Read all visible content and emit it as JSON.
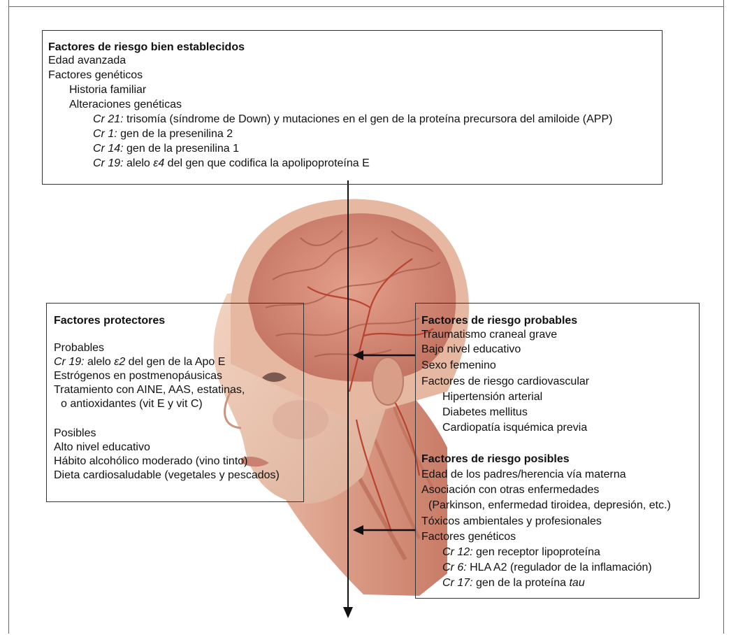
{
  "top_box": {
    "title": "Factores de riesgo bien establecidos",
    "l1": "Edad avanzada",
    "l2": "Factores genéticos",
    "l3": "Historia familiar",
    "l4": "Alteraciones genéticas",
    "l5_a": "Cr 21:",
    "l5_b": " trisomía (síndrome de Down) y mutaciones en el gen de la proteína precursora del amiloide (APP)",
    "l6_a": "Cr 1:",
    "l6_b": "  gen de la presenilina 2",
    "l7_a": "Cr 14:",
    "l7_b": " gen de la presenilina 1",
    "l8_a": "Cr 19:",
    "l8_b": " alelo ",
    "l8_c": "ε4",
    "l8_d": " del gen que codifica la apolipoproteína E"
  },
  "left_box": {
    "title": "Factores protectores",
    "probables": "Probables",
    "p1_a": "Cr 19:",
    "p1_b": " alelo ",
    "p1_c": "ε2",
    "p1_d": " del gen de la Apo E",
    "p2": "Estrógenos  en postmenopáusicas",
    "p3": "Tratamiento con AINE, AAS, estatinas,",
    "p4": "o antioxidantes (vit E y vit C)",
    "posibles": "Posibles",
    "s1": "Alto nivel educativo",
    "s2": "Hábito alcohólico moderado (vino tinto)",
    "s3": "Dieta cardiosaludable (vegetales y pescados)"
  },
  "right_box": {
    "title1": "Factores de riesgo probables",
    "r1": "Traumatismo craneal grave",
    "r2": "Bajo nivel educativo",
    "r3": "Sexo femenino",
    "r4": "Factores de riesgo cardiovascular",
    "r5": "Hipertensión arterial",
    "r6": "Diabetes mellitus",
    "r7": "Cardiopatía isquémica previa",
    "title2": "Factores de riesgo posibles",
    "q1": "Edad de los padres/herencia vía materna",
    "q2": "Asociación con otras enfermedades",
    "q3": "(Parkinson, enfermedad tiroidea, depresión, etc.)",
    "q4": "Tóxicos ambientales y profesionales",
    "q5": "Factores genéticos",
    "q6_a": "Cr 12:",
    "q6_b": " gen receptor lipoproteína",
    "q7_a": "Cr 6:",
    "q7_b": " HLA A2 (regulador de la inflamación)",
    "q8_a": "Cr 17:",
    "q8_b": "  gen de la proteína ",
    "q8_c": "tau"
  },
  "colors": {
    "skin": "#e8c2ab",
    "brain": "#d9917c",
    "vessel": "#b8432f",
    "muscle": "#d0826d",
    "arrow": "#111111"
  }
}
